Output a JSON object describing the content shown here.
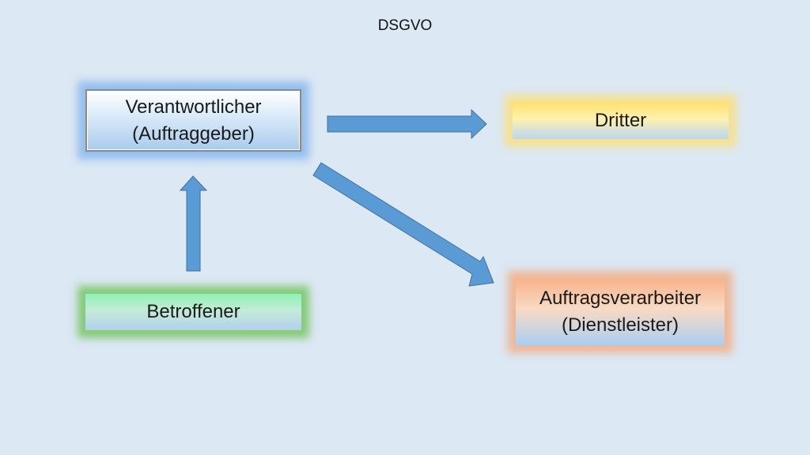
{
  "slide": {
    "title": "DSGVO"
  },
  "nodes": {
    "verantwortlicher": {
      "line1": "Verantwortlicher",
      "line2": "(Auftraggeber)",
      "glow_color": "#7db0eb"
    },
    "dritter": {
      "label": "Dritter",
      "glow_color": "#fcde78"
    },
    "betroffener": {
      "label": "Betroffener",
      "glow_color": "#74c462"
    },
    "auftragsverarbeiter": {
      "line1": "Auftragsverarbeiter",
      "line2": "(Dienstleister)",
      "glow_color": "#f4a578"
    }
  },
  "edges": [
    {
      "from": "Betroffener",
      "to": "Verantwortlicher (Auftraggeber)"
    },
    {
      "from": "Verantwortlicher (Auftraggeber)",
      "to": "Dritter"
    },
    {
      "from": "Verantwortlicher (Auftraggeber)",
      "to": "Auftragsverarbeiter (Dienstleister)"
    }
  ],
  "colors": {
    "background": "#dce8f4",
    "arrow_fill": "#5b9bd5",
    "arrow_stroke": "#41719c"
  }
}
